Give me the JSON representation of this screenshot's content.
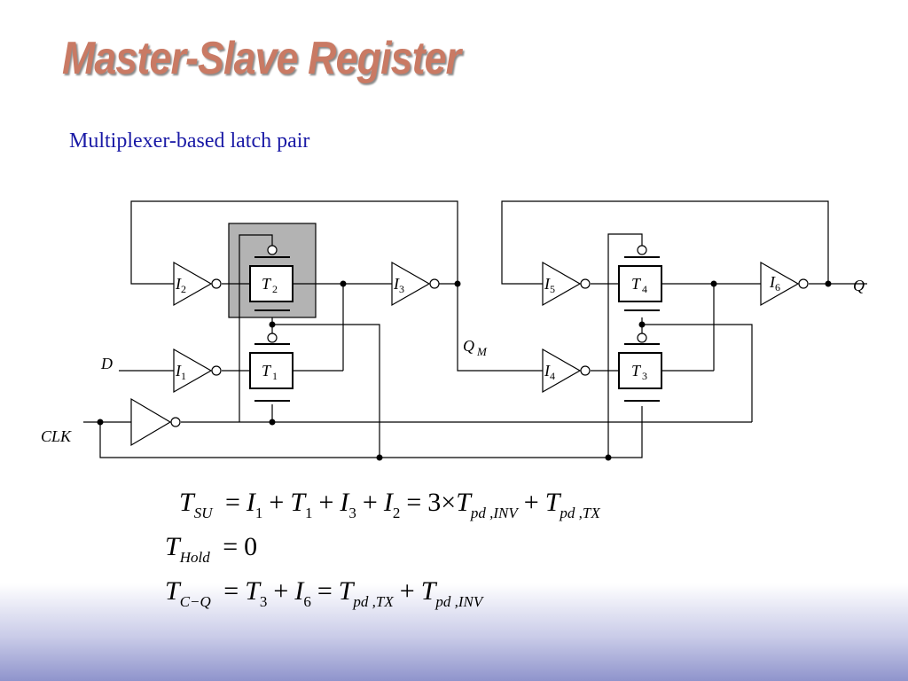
{
  "slide": {
    "title": "Master-Slave Register",
    "subtitle": "Multiplexer-based latch pair"
  },
  "diagram": {
    "inputs": {
      "d": "D",
      "clk": "CLK"
    },
    "outputs": {
      "q": "Q",
      "qm": "Q",
      "qm_sub": "M"
    },
    "inverters": [
      {
        "id": "I1",
        "main": "I",
        "sub": "1"
      },
      {
        "id": "I2",
        "main": "I",
        "sub": "2"
      },
      {
        "id": "I3",
        "main": "I",
        "sub": "3"
      },
      {
        "id": "I4",
        "main": "I",
        "sub": "4"
      },
      {
        "id": "I5",
        "main": "I",
        "sub": "5"
      },
      {
        "id": "I6",
        "main": "I",
        "sub": "6"
      }
    ],
    "transmission_gates": [
      {
        "id": "T1",
        "main": "T",
        "sub": "1"
      },
      {
        "id": "T2",
        "main": "T",
        "sub": "2",
        "highlighted": true
      },
      {
        "id": "T3",
        "main": "T",
        "sub": "3"
      },
      {
        "id": "T4",
        "main": "T",
        "sub": "4"
      }
    ],
    "highlight_color": "#b3b3b3"
  },
  "equations": {
    "setup": {
      "lhs": "T",
      "lhs_sub": "SU",
      "rhs": "= I1 + T1 + I3 + I2 = 3× Tpd,INV + Tpd,TX"
    },
    "hold": {
      "lhs": "T",
      "lhs_sub": "Hold",
      "rhs": "= 0"
    },
    "clk_q": {
      "lhs": "T",
      "lhs_sub": "C−Q",
      "rhs": "= T3 + I6 = Tpd,TX + Tpd,INV"
    }
  },
  "colors": {
    "title": "#c97a64",
    "subtitle": "#1a1aa6",
    "footer_gradient": "#8f94cc"
  }
}
